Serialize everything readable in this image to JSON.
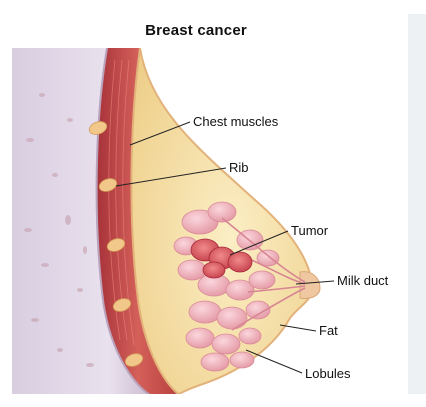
{
  "title": "Breast cancer",
  "labels": {
    "chest_muscles": "Chest muscles",
    "rib": "Rib",
    "tumor": "Tumor",
    "milk_duct": "Milk duct",
    "fat": "Fat",
    "lobules": "Lobules"
  },
  "colors": {
    "background": "#ffffff",
    "body_tissue": "#e7dfeb",
    "skin_edge": "#c7b6c8",
    "muscle": "#c94b46",
    "fat": "#f5e3a8",
    "lobules": "#f0b6bf",
    "tumor": "#d9545c",
    "rib": "#f2c88a",
    "leader_line": "#222222"
  }
}
